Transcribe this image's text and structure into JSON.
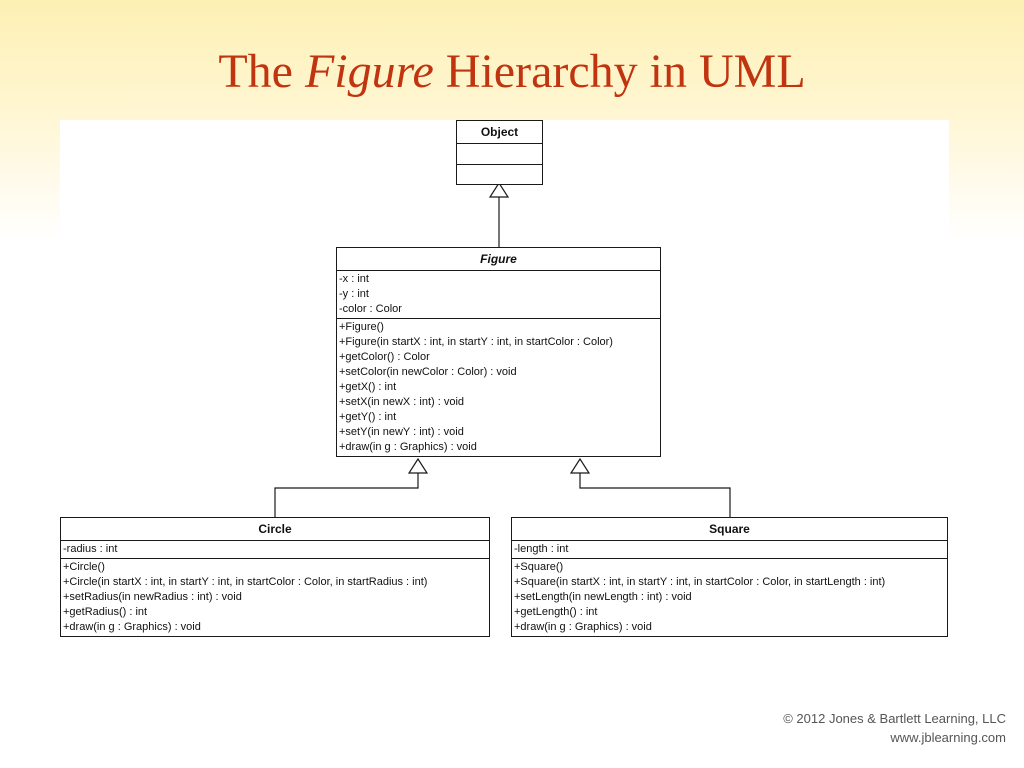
{
  "slide": {
    "title_pre": "The ",
    "title_em": "Figure",
    "title_post": " Hierarchy in UML"
  },
  "diagram": {
    "object": {
      "name": "Object"
    },
    "figure": {
      "name": "Figure",
      "attributes": [
        "-x : int",
        "-y : int",
        "-color : Color"
      ],
      "operations": [
        "+Figure()",
        "+Figure(in startX : int, in startY : int, in startColor : Color)",
        "+getColor() : Color",
        "+setColor(in newColor : Color) : void",
        "+getX() : int",
        "+setX(in newX : int) : void",
        "+getY() : int",
        "+setY(in newY : int) : void",
        "+draw(in g : Graphics) : void"
      ]
    },
    "circle": {
      "name": "Circle",
      "attributes": [
        "-radius : int"
      ],
      "operations": [
        "+Circle()",
        "+Circle(in startX : int, in startY : int, in startColor : Color, in startRadius : int)",
        "+setRadius(in newRadius : int) : void",
        "+getRadius() : int",
        "+draw(in g : Graphics) : void"
      ]
    },
    "square": {
      "name": "Square",
      "attributes": [
        "-length : int"
      ],
      "operations": [
        "+Square()",
        "+Square(in startX : int, in startY : int, in startColor : Color, in startLength : int)",
        "+setLength(in newLength : int) : void",
        "+getLength() : int",
        "+draw(in g : Graphics) : void"
      ]
    }
  },
  "footer": {
    "copyright": "© 2012 Jones & Bartlett Learning, LLC",
    "url": "www.jblearning.com"
  }
}
